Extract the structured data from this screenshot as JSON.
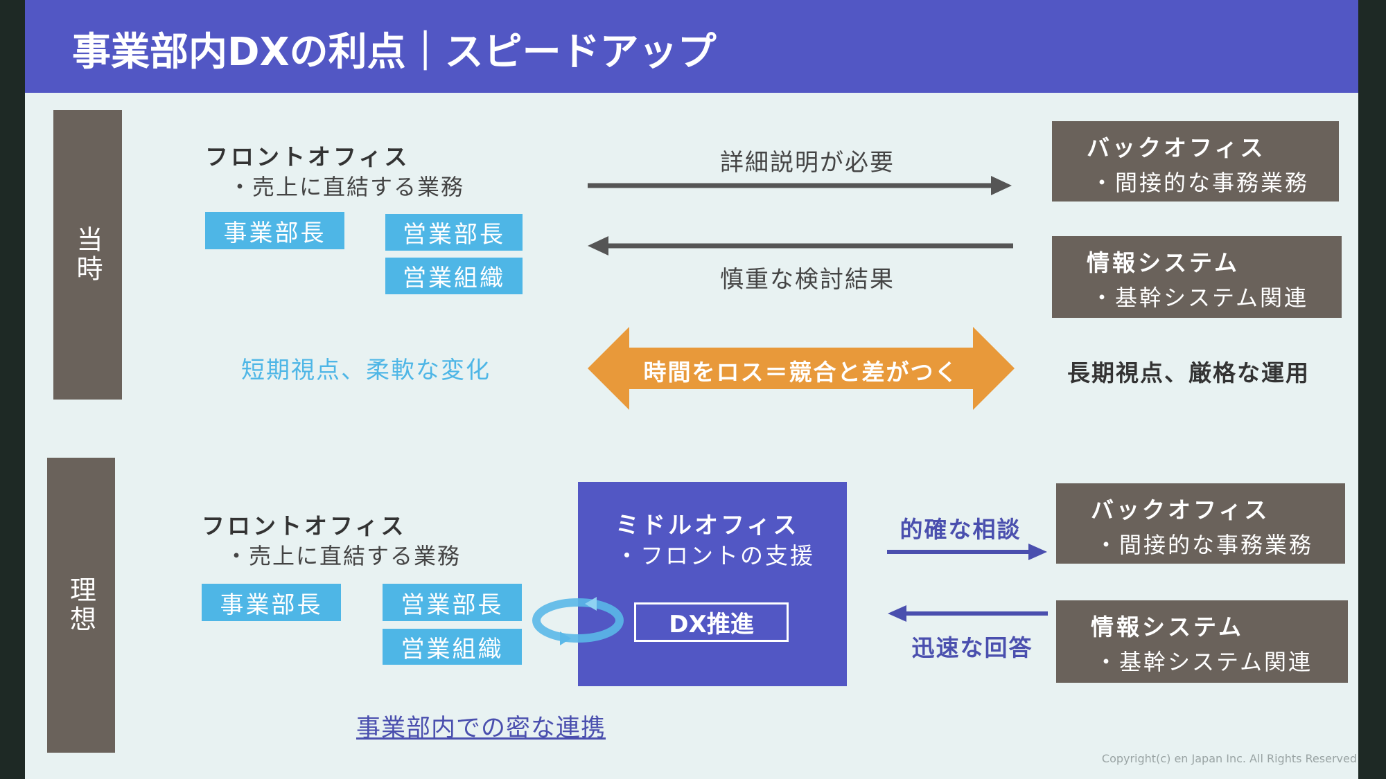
{
  "title": "事業部内DXの利点｜スピードアップ",
  "before": {
    "side_label": "当時",
    "front_office": {
      "title": "フロントオフィス",
      "desc": "・売上に直結する業務"
    },
    "chips": [
      "事業部長",
      "営業部長",
      "営業組織"
    ],
    "arrow_right_label": "詳細説明が必要",
    "arrow_left_label": "慎重な検討結果",
    "back_office": {
      "title": "バックオフィス",
      "desc": "・間接的な事務業務"
    },
    "info_system": {
      "title": "情報システム",
      "desc": "・基幹システム関連"
    },
    "short_term": "短期視点、柔軟な変化",
    "loss_arrow": "時間をロス＝競合と差がつく",
    "long_term": "長期視点、厳格な運用"
  },
  "ideal": {
    "side_label": "理想",
    "front_office": {
      "title": "フロントオフィス",
      "desc": "・売上に直結する業務"
    },
    "chips": [
      "事業部長",
      "営業部長",
      "営業組織"
    ],
    "middle_office": {
      "title": "ミドルオフィス",
      "desc": "・フロントの支援",
      "dx": "DX推進"
    },
    "arrow_right_label": "的確な相談",
    "arrow_left_label": "迅速な回答",
    "back_office": {
      "title": "バックオフィス",
      "desc": "・間接的な事務業務"
    },
    "info_system": {
      "title": "情報システム",
      "desc": "・基幹システム関連"
    },
    "link": "事業部内での密な連携"
  },
  "copyright": "Copyright(c) en Japan Inc. All Rights Reserved",
  "colors": {
    "header": "#5257c4",
    "chip": "#4eb6e6",
    "gray": "#6a625b",
    "orange": "#e8993a"
  }
}
